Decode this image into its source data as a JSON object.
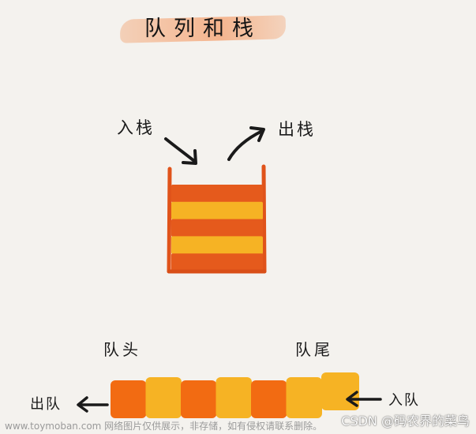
{
  "title": "队列和栈",
  "stack": {
    "push_label": "入栈",
    "pop_label": "出栈",
    "layers": [
      "#e55a1c",
      "#f6b324",
      "#e55a1c",
      "#f6b324",
      "#e55a1c"
    ]
  },
  "queue": {
    "head_label": "队头",
    "tail_label": "队尾",
    "dequeue_label": "出队",
    "enqueue_label": "入队",
    "cells": [
      "#f26b12",
      "#f6b324",
      "#f26b12",
      "#f6b324",
      "#f26b12",
      "#f6b324"
    ]
  },
  "colors": {
    "ink": "#1a1a1a",
    "stack_wall": "#e0531a",
    "title_brush": "#f4a06e",
    "background": "#f4f2ee"
  },
  "footer": {
    "watermark": "www.toymoban.com 网络图片仅供展示，非存储，如有侵权请联系删除。",
    "brand": "CSDN @码农界的菜鸟"
  }
}
